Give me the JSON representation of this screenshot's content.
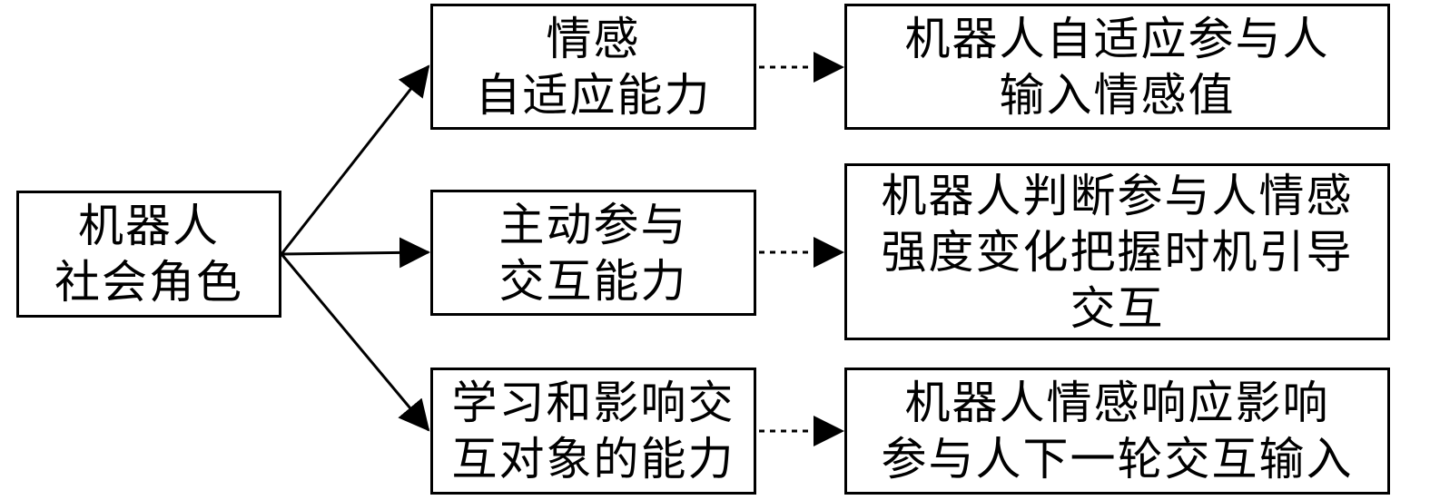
{
  "root": {
    "lines": [
      "机器人",
      "社会角色"
    ]
  },
  "abilities": [
    {
      "lines": [
        "情感",
        "自适应能力"
      ],
      "outcome": [
        "机器人自适应参与人",
        "输入情感值"
      ]
    },
    {
      "lines": [
        "主动参与",
        "交互能力"
      ],
      "outcome": [
        "机器人判断参与人情感",
        "强度变化把握时机引导",
        "交互"
      ]
    },
    {
      "lines": [
        "学习和影响交",
        "互对象的能力"
      ],
      "outcome": [
        "机器人情感响应影响",
        "参与人下一轮交互输入"
      ]
    }
  ]
}
